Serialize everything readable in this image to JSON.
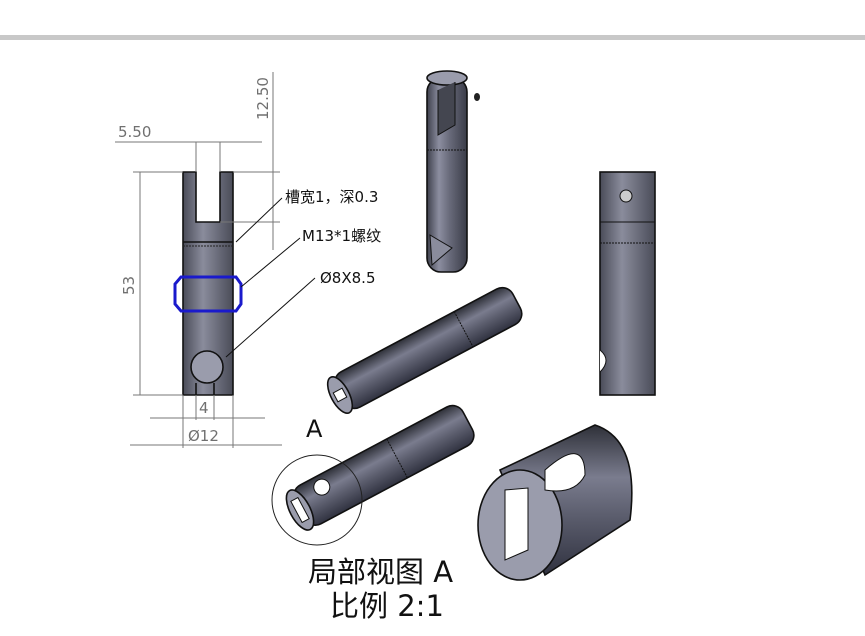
{
  "dimensions": {
    "slot_width": "5.50",
    "slot_depth": "12.50",
    "length": "53",
    "bottom_slot": "4",
    "diameter": "Ø12"
  },
  "notes": {
    "groove": "槽宽1，深0.3",
    "thread": "M13*1螺纹",
    "hole": "Ø8X8.5"
  },
  "detail": {
    "label": "A",
    "title": "局部视图 A",
    "scale": "比例 2:1"
  },
  "colors": {
    "part": "#5e6070",
    "highlight": "#1a1acc"
  }
}
